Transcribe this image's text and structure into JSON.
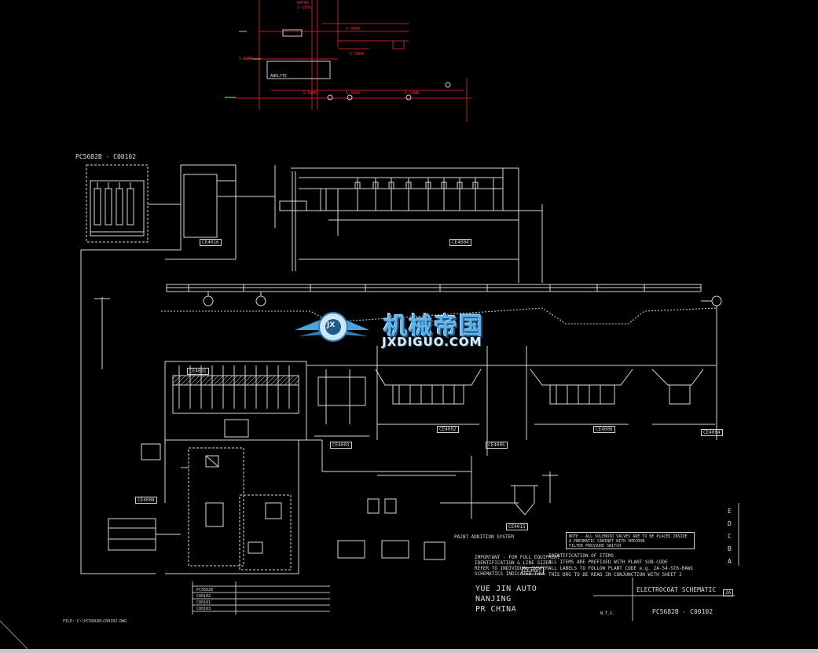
{
  "drawing": {
    "number_top": "PC5682B - C00102",
    "number_bottom": "PC5682B - C00102",
    "sheet_title": "ELECTROCOAT SCHEMATIC",
    "sheet_rev": "2A",
    "company_lines": [
      "YUE JIN AUTO",
      "NANJING",
      "PR CHINA"
    ],
    "scale": "N.T.S."
  },
  "rev_letters": [
    "E",
    "D",
    "C",
    "B",
    "A"
  ],
  "zone_labels": [
    "CE4016",
    "CE4004",
    "CE4001",
    "CE4002",
    "CE4006",
    "CE4003",
    "CE4005",
    "CE4004",
    "CE4008",
    "CE4015",
    "CE4007"
  ],
  "notes": {
    "important": [
      "IMPORTANT - FOR FULL EQUIPMENT",
      "IDENTIFICATION & LINE SIZES",
      "REFER TO INDIVIDUAL SYSTEM",
      "SCHEMATICS INDICATED THUS"
    ],
    "identification": [
      "IDENTIFICATION OF ITEMS",
      "ALL ITEMS ARE PREFIXED WITH PLANT SUB-CODE",
      "ALL LABELS TO FOLLOW PLANT CODE e.g. 2A-54-ST6-RAW1",
      "THIS DRG TO BE READ IN CONJUNCTION WITH SHEET 2"
    ],
    "note_box": [
      "NOTE - ALL SOLENOID VALVES ARE TO BE PLACED INSIDE",
      "A PNEUMATIC CABINET WITH 5MICRON",
      "FILTER PRESSURE SWITCH"
    ],
    "paint_system": "PAINT ADDITION SYSTEM"
  },
  "top_detail": {
    "labels": [
      "WATER",
      "S-1989",
      "ANOLYTE",
      "S-30HB",
      "S-30HB",
      "S-30MB",
      "S-50HB",
      "S-3058",
      "S-50HB"
    ]
  },
  "watermark": {
    "title": "机械帝国",
    "url": "JXDIGUO.COM",
    "emblem_letters": "JX"
  },
  "legend_rows": [
    "PC5682B",
    "C00102",
    "C00101",
    "C00103"
  ],
  "file_path": "FILE: C:\\PC5682B\\C00102.DWG"
}
